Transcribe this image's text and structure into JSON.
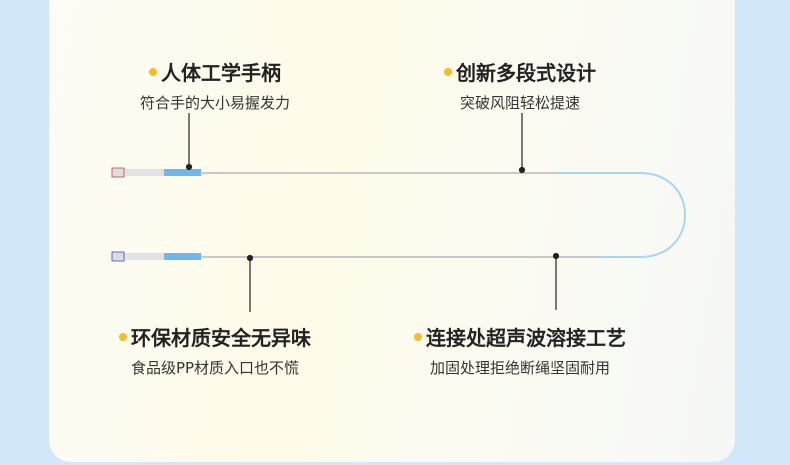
{
  "features": [
    {
      "title": "人体工学手柄",
      "subtitle": "符合手的大小易握发力"
    },
    {
      "title": "创新多段式设计",
      "subtitle": "突破风阻轻松提速"
    },
    {
      "title": "环保材质安全无异味",
      "subtitle": "食品级PP材质入口也不慌"
    },
    {
      "title": "连接处超声波溶接工艺",
      "subtitle": "加固处理拒绝断绳坚固耐用"
    }
  ],
  "colors": {
    "accent": "#f6bc2a",
    "background": "#d3e7fb",
    "grip": "#6fb5ee"
  }
}
